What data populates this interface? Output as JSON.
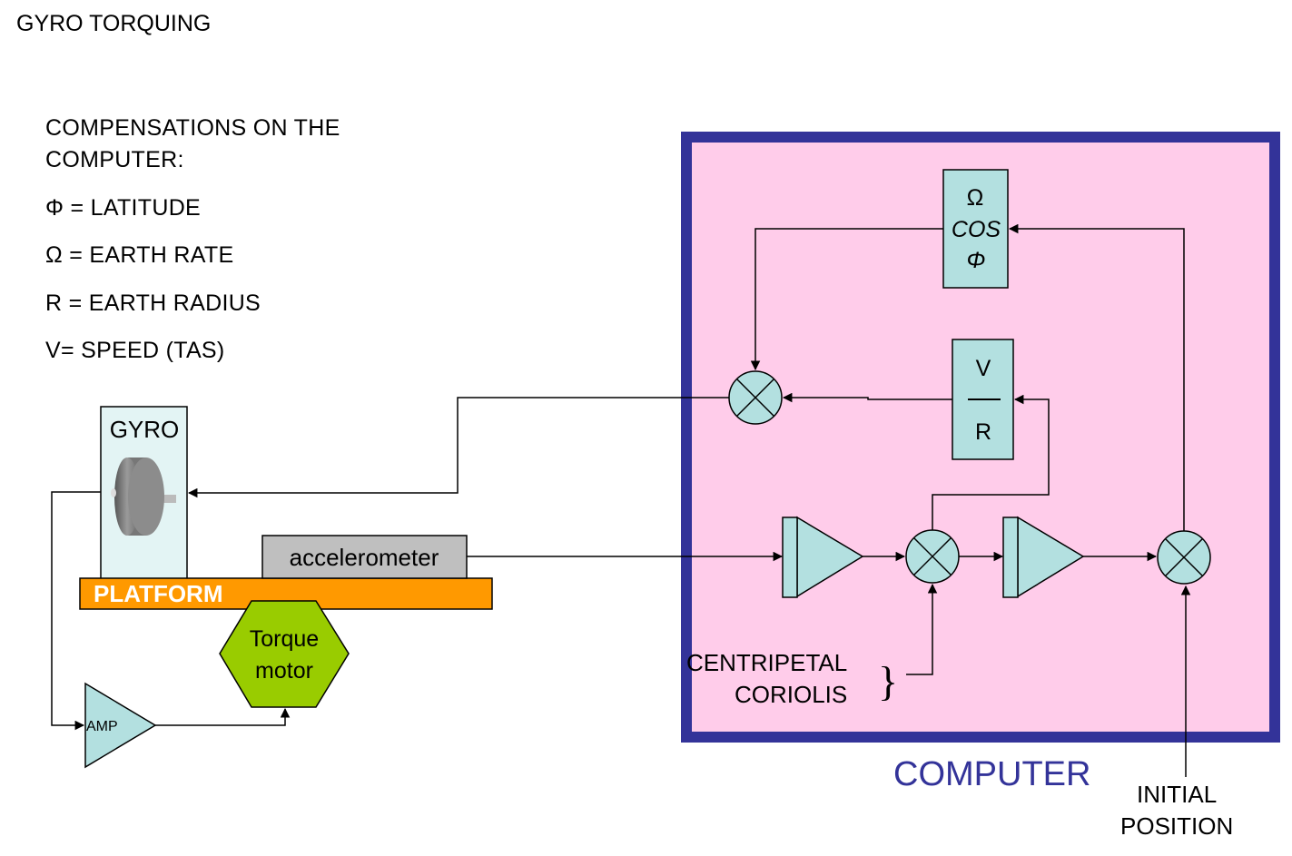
{
  "title": "GYRO TORQUING",
  "legend": {
    "heading_line1": "COMPENSATIONS  ON THE",
    "heading_line2": "COMPUTER:",
    "phi": "Φ = LATITUDE",
    "omega": "Ω = EARTH RATE",
    "r": "R = EARTH RADIUS",
    "v": "V= SPEED  (TAS)"
  },
  "blocks": {
    "gyro": "GYRO",
    "accelerometer": "accelerometer",
    "platform": "PLATFORM",
    "torque_line1": "Torque",
    "torque_line2": "motor",
    "amp": "AMP",
    "omega_sym": "Ω",
    "cos": "COS",
    "phi_sym": "Φ",
    "v": "V",
    "r": "R"
  },
  "labels": {
    "centripetal": "CENTRIPETAL",
    "coriolis": "CORIOLIS",
    "brace": "}",
    "computer": "COMPUTER",
    "initial": "INITIAL",
    "position": "POSITION"
  },
  "colors": {
    "computer_border": "#333399",
    "computer_fill": "#ffccea",
    "block_fill": "#b3e0e0",
    "gyro_fill": "#e3f4f4",
    "platform": "#ff9900",
    "torque_motor": "#99cc00",
    "accelerometer": "#bfbfbf"
  }
}
